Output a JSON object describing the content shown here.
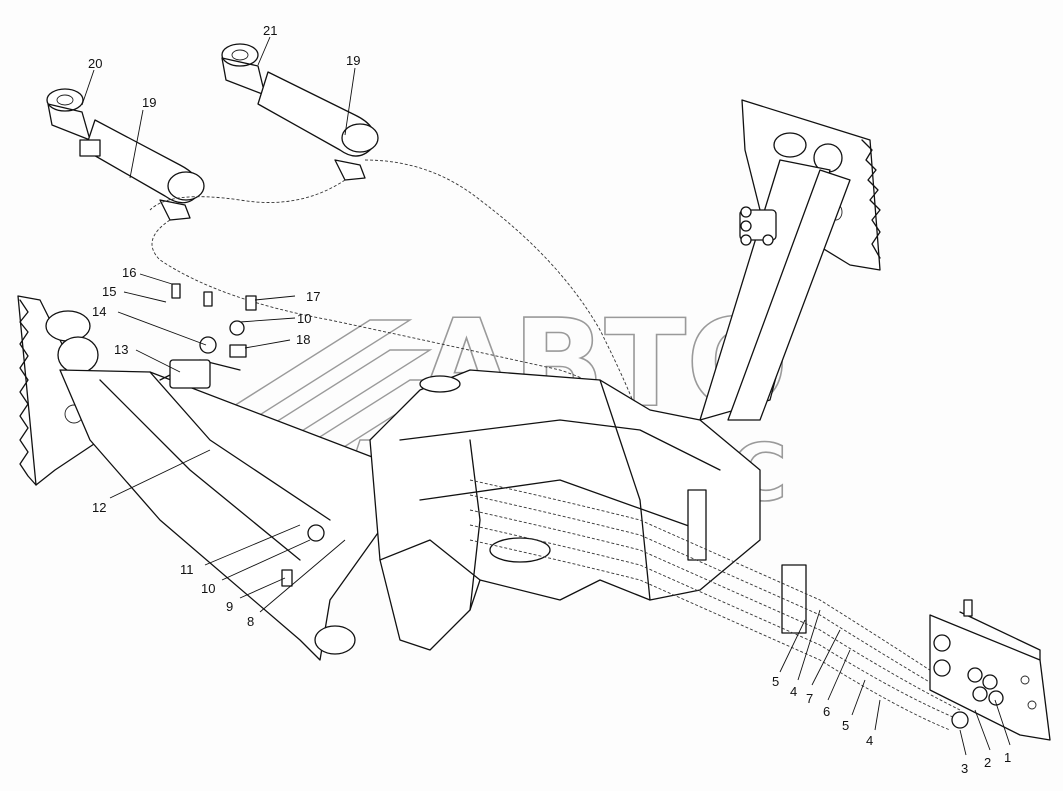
{
  "watermark": {
    "line1": "АВТО",
    "line2": "АЛЬЯНС"
  },
  "callouts": [
    {
      "id": "c1",
      "label": "1"
    },
    {
      "id": "c2",
      "label": "2"
    },
    {
      "id": "c3",
      "label": "3"
    },
    {
      "id": "c4a",
      "label": "4"
    },
    {
      "id": "c4b",
      "label": "4"
    },
    {
      "id": "c5a",
      "label": "5"
    },
    {
      "id": "c5b",
      "label": "5"
    },
    {
      "id": "c6",
      "label": "6"
    },
    {
      "id": "c7",
      "label": "7"
    },
    {
      "id": "c8",
      "label": "8"
    },
    {
      "id": "c9",
      "label": "9"
    },
    {
      "id": "c10a",
      "label": "10"
    },
    {
      "id": "c10b",
      "label": "10"
    },
    {
      "id": "c11",
      "label": "11"
    },
    {
      "id": "c12",
      "label": "12"
    },
    {
      "id": "c13",
      "label": "13"
    },
    {
      "id": "c14",
      "label": "14"
    },
    {
      "id": "c15",
      "label": "15"
    },
    {
      "id": "c16",
      "label": "16"
    },
    {
      "id": "c17",
      "label": "17"
    },
    {
      "id": "c18",
      "label": "18"
    },
    {
      "id": "c19a",
      "label": "19"
    },
    {
      "id": "c19b",
      "label": "19"
    },
    {
      "id": "c20",
      "label": "20"
    },
    {
      "id": "c21",
      "label": "21"
    }
  ]
}
